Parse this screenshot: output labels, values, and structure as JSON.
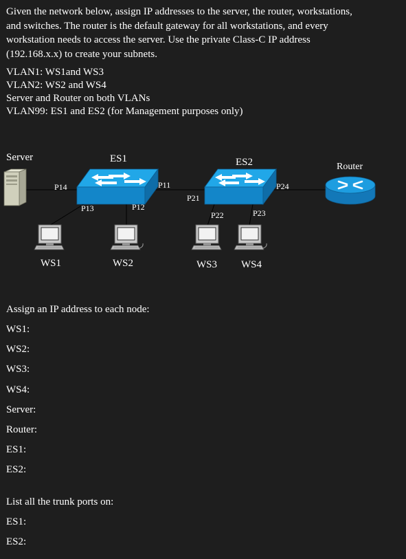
{
  "question": {
    "intro_lines": [
      "Given the network below, assign IP addresses to the server, the router, workstations,",
      "and switches. The router is the default gateway for all workstations, and every",
      "workstation needs to access the server. Use the private Class-C IP address",
      "(192.168.x.x) to create your subnets."
    ],
    "vlans": [
      "VLAN1: WS1and WS3",
      "VLAN2: WS2 and WS4",
      "Server and Router on both VLANs",
      "VLAN99: ES1 and ES2 (for Management purposes only)"
    ]
  },
  "diagram": {
    "labels": {
      "server": "Server",
      "es1": "ES1",
      "es2": "ES2",
      "router": "Router",
      "ws1": "WS1",
      "ws2": "WS2",
      "ws3": "WS3",
      "ws4": "WS4"
    },
    "ports": {
      "p14": "P14",
      "p13": "P13",
      "p12": "P12",
      "p11": "P11",
      "p21": "P21",
      "p22": "P22",
      "p23": "P23",
      "p24": "P24"
    },
    "colors": {
      "switch_top": "#21a7e8",
      "switch_front": "#1386c9",
      "switch_side": "#0f6da8",
      "router_body": "#1d9de0",
      "server_body": "#d0d0bc"
    }
  },
  "assign": {
    "heading": "Assign an IP address to each node:",
    "items": [
      "WS1:",
      "WS2:",
      "WS3:",
      "WS4:",
      "Server:",
      "Router:",
      "ES1:",
      "ES2:"
    ]
  },
  "trunk": {
    "heading": "List all the trunk ports on:",
    "items": [
      "ES1:",
      "ES2:"
    ]
  }
}
